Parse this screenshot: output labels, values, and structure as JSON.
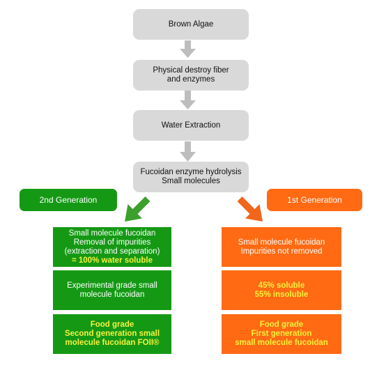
{
  "colors": {
    "gray_box": "#d9d9d9",
    "gray_arrow": "#bdbdbd",
    "green": "#159915",
    "orange": "#ff6a13",
    "highlight_text": "#f6f23a"
  },
  "process_steps": [
    {
      "lines": [
        "Brown Algae"
      ]
    },
    {
      "lines": [
        "Physical destroy fiber",
        "and enzymes"
      ]
    },
    {
      "lines": [
        "Water Extraction"
      ]
    },
    {
      "lines": [
        "Fucoidan enzyme hydrolysis",
        "Small molecules"
      ]
    }
  ],
  "generations": {
    "second": {
      "label": "2nd Generation",
      "boxes": [
        {
          "lines": [
            "Small molecule fucoidan",
            "Removal of impurities",
            "(extraction and separation)"
          ],
          "highlight": "= 100% water soluble"
        },
        {
          "lines": [
            "Experimental grade small",
            "molecule fucoidan"
          ]
        },
        {
          "highlight_lines": [
            "Food grade",
            "Second generation small",
            "molecule fucoidan FOII®"
          ]
        }
      ]
    },
    "first": {
      "label": "1st Generation",
      "boxes": [
        {
          "lines": [
            "Small molecule fucoidan",
            "Impurities not removed"
          ]
        },
        {
          "highlight_lines": [
            "45% soluble",
            "55% insoluble"
          ]
        },
        {
          "highlight_lines": [
            "Food grade",
            "First generation",
            "small molecule fucoidan"
          ]
        }
      ]
    }
  }
}
